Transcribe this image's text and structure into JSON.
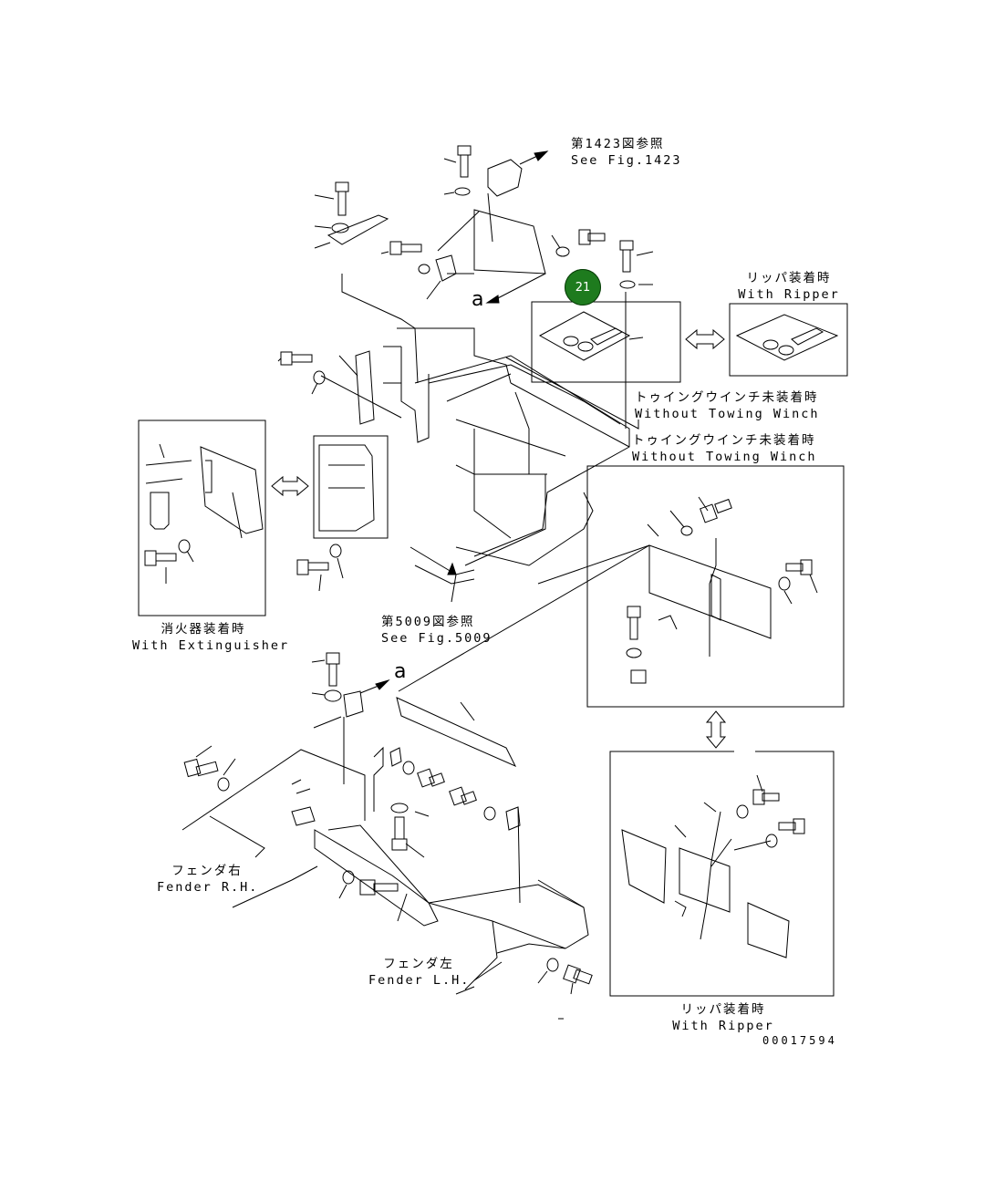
{
  "callout": {
    "number": "21",
    "color": "#1e7b1e"
  },
  "labels": {
    "see_fig_1423": {
      "jp": "第1423図参照",
      "en": "See Fig.1423"
    },
    "with_ripper_top": {
      "jp": "リッパ装着時",
      "en": "With Ripper"
    },
    "without_winch_1": {
      "jp": "トゥイングウインチ未装着時",
      "en": "Without Towing Winch"
    },
    "without_winch_2": {
      "jp": "トゥイングウインチ未装着時",
      "en": "Without Towing Winch"
    },
    "with_extinguisher": {
      "jp": "消火器装着時",
      "en": "With Extinguisher"
    },
    "see_fig_5009": {
      "jp": "第5009図参照",
      "en": "See Fig.5009"
    },
    "fender_rh": {
      "jp": "フェンダ右",
      "en": "Fender R.H."
    },
    "fender_lh": {
      "jp": "フェンダ左",
      "en": "Fender L.H."
    },
    "with_ripper_bottom": {
      "jp": "リッパ装着時",
      "en": "With Ripper"
    }
  },
  "reference_letter": "a",
  "document_number": "00017594"
}
